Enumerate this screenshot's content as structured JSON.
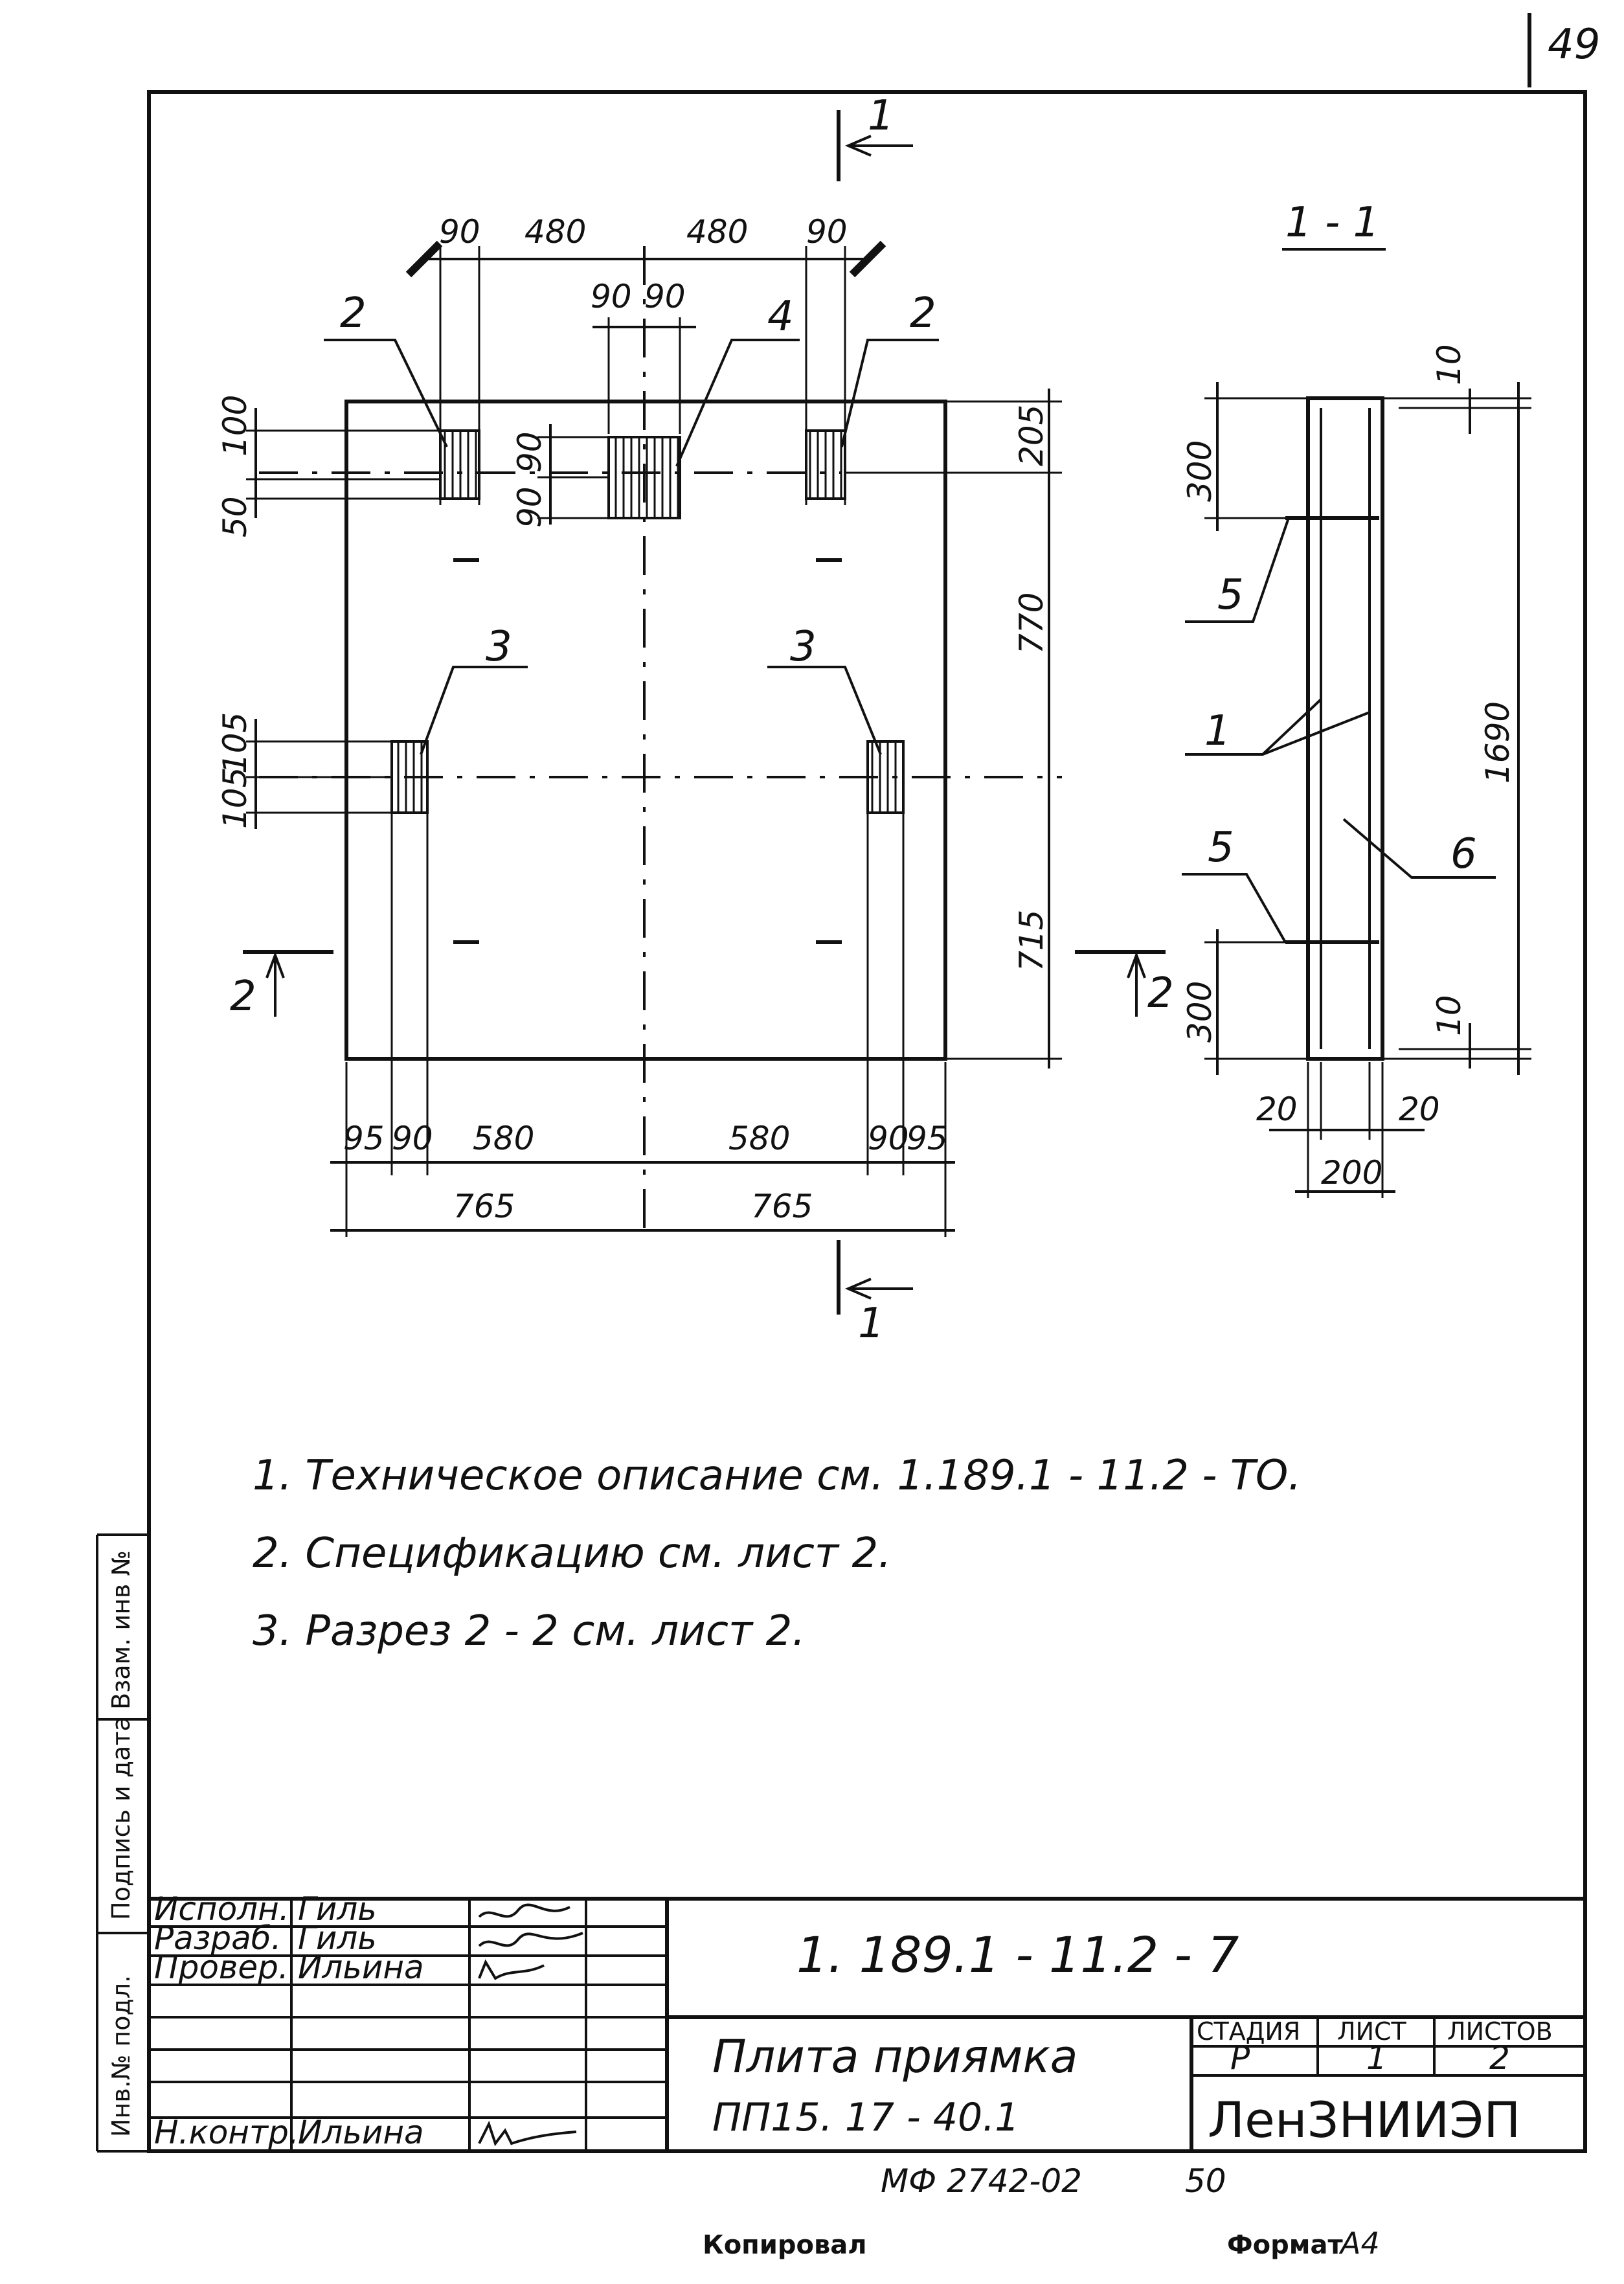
{
  "page_number": "49",
  "section_mark": {
    "label": "1",
    "title": "1 - 1"
  },
  "section_mark_2": {
    "label": "2"
  },
  "plan": {
    "top_dims": [
      "90",
      "480",
      "480",
      "90"
    ],
    "mid_dims": [
      "90",
      "90"
    ],
    "left_dims_top": [
      "100",
      "50"
    ],
    "left_dims_hole": [
      "90",
      "90"
    ],
    "left_dims_mid": [
      "105",
      "105"
    ],
    "right_dims": [
      "205",
      "770",
      "715"
    ],
    "bottom_dims_1": [
      "95",
      "90",
      "580",
      "580",
      "90",
      "95"
    ],
    "bottom_dims_2": [
      "765",
      "765"
    ],
    "callouts": [
      "2",
      "4",
      "2",
      "3",
      "3"
    ]
  },
  "section": {
    "left_dims": [
      "300",
      "300"
    ],
    "right_dims": [
      "10",
      "1690",
      "10"
    ],
    "bottom_dims": [
      "20",
      "20",
      "200"
    ],
    "callouts": [
      "5",
      "1",
      "5",
      "6"
    ]
  },
  "notes": [
    "1. Техническое описание см. 1.189.1 - 11.2 - ТО.",
    "2. Спецификацию см. лист 2.",
    "3. Разрез 2 - 2 см. лист 2."
  ],
  "side_stamp": [
    "Инв.№ подл.",
    "Подпись и дата",
    "Взам. инв №"
  ],
  "title_block": {
    "roles": [
      "Исполн.",
      "Разраб.",
      "Провер.",
      "Н.контр."
    ],
    "names": [
      "Гиль",
      "Гиль",
      "Ильина",
      "Ильина"
    ],
    "doc_code": "1. 189.1 - 11.2 - 7",
    "name_line1": "Плита приямка",
    "name_line2": "ПП15. 17 - 40.1",
    "stage_header": "СТАДИЯ",
    "sheet_header": "ЛИСТ",
    "sheets_header": "ЛИСТОВ",
    "stage": "Р",
    "sheet": "1",
    "sheets": "2",
    "org": "ЛенЗНИИЭП"
  },
  "footer": {
    "code": "МФ 2742-02",
    "num": "50",
    "copied": "Копировал",
    "format_label": "Формат",
    "format_value": "А4"
  }
}
